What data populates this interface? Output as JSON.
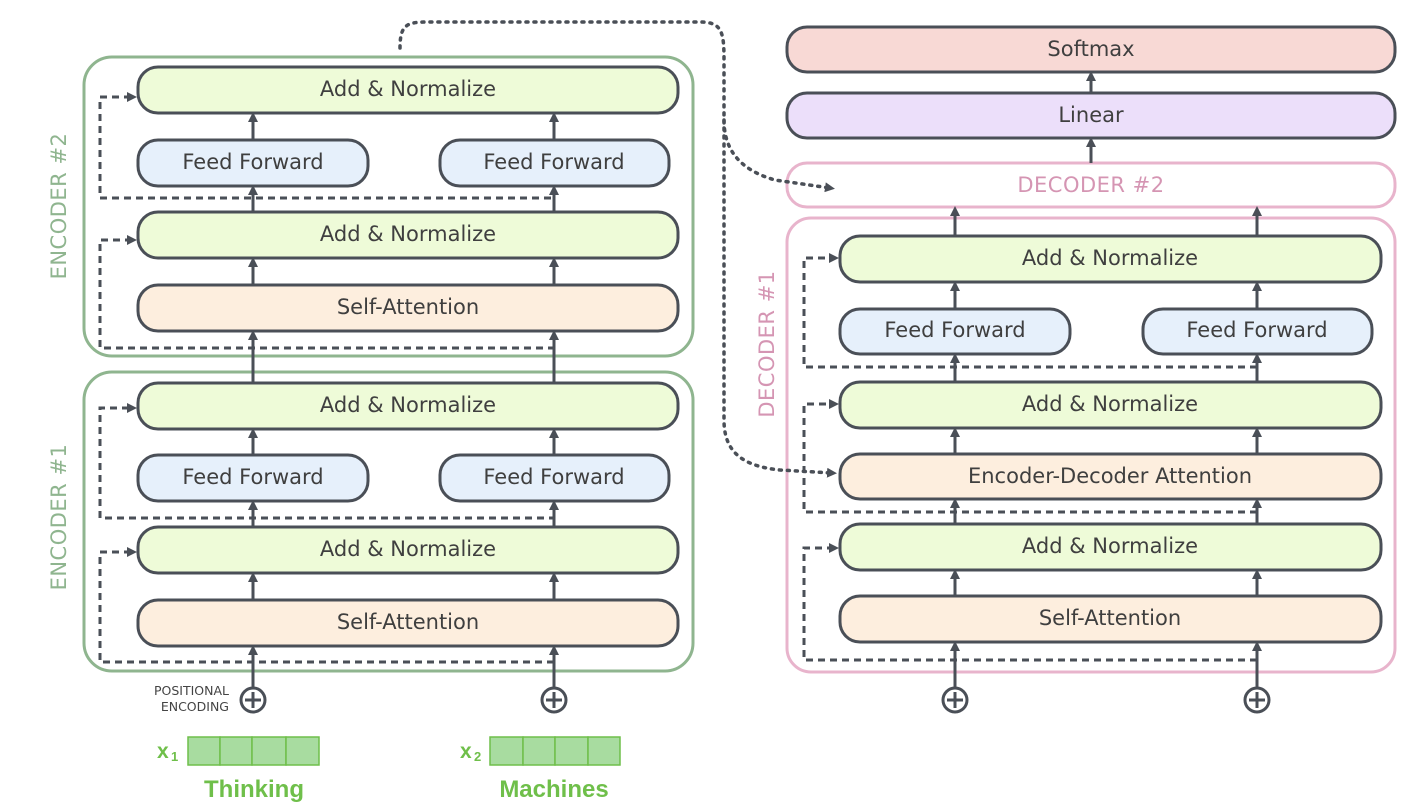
{
  "colors": {
    "encoder_border": "#8fb58f",
    "decoder_border": "#e8b4cc",
    "decoder2_text": "#d595b3",
    "add_norm_fill": "#eefbd8",
    "feed_forward_fill": "#e6f0fb",
    "attention_fill": "#fdeede",
    "softmax_fill": "#f8d9d5",
    "linear_fill": "#ecdffa",
    "box_stroke": "#4a4f57",
    "embedding_fill": "#a8dca0",
    "word_color": "#6fbf4a"
  },
  "encoder2": {
    "label": "ENCODER #2",
    "add_norm_top": "Add & Normalize",
    "feed_forward_left": "Feed Forward",
    "feed_forward_right": "Feed Forward",
    "add_norm_bottom": "Add & Normalize",
    "self_attention": "Self-Attention"
  },
  "encoder1": {
    "label": "ENCODER #1",
    "add_norm_top": "Add & Normalize",
    "feed_forward_left": "Feed Forward",
    "feed_forward_right": "Feed Forward",
    "add_norm_bottom": "Add & Normalize",
    "self_attention": "Self-Attention"
  },
  "decoder_top": {
    "softmax": "Softmax",
    "linear": "Linear",
    "decoder2_label": "DECODER #2"
  },
  "decoder1": {
    "label": "DECODER #1",
    "add_norm_top": "Add & Normalize",
    "feed_forward_left": "Feed Forward",
    "feed_forward_right": "Feed Forward",
    "add_norm_mid": "Add & Normalize",
    "enc_dec_attention": "Encoder-Decoder Attention",
    "add_norm_bottom": "Add & Normalize",
    "self_attention": "Self-Attention"
  },
  "inputs": {
    "positional_line1": "POSITIONAL",
    "positional_line2": "ENCODING",
    "x1_label": "x",
    "x1_sub": "1",
    "x2_label": "x",
    "x2_sub": "2",
    "word1": "Thinking",
    "word2": "Machines"
  }
}
